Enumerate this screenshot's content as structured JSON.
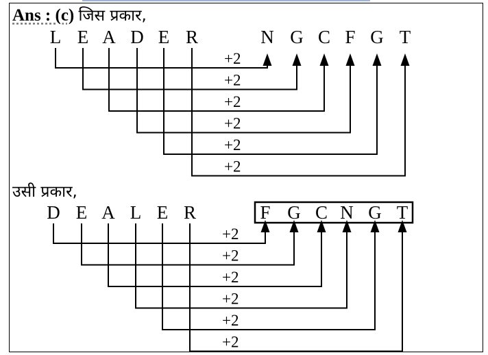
{
  "answer_prefix": "Ans : (c)",
  "heading_1": "जिस प्रकार,",
  "heading_2": "उसी प्रकार,",
  "diagrams": [
    {
      "source": [
        "L",
        "E",
        "A",
        "D",
        "E",
        "R"
      ],
      "target": [
        "N",
        "G",
        "C",
        "F",
        "G",
        "T"
      ],
      "mapping": [
        0,
        1,
        2,
        3,
        4,
        5
      ],
      "operations": [
        "+2",
        "+2",
        "+2",
        "+2",
        "+2",
        "+2"
      ],
      "answer_boxed": false
    },
    {
      "source": [
        "D",
        "E",
        "A",
        "L",
        "E",
        "R"
      ],
      "target": [
        "F",
        "G",
        "C",
        "N",
        "G",
        "T"
      ],
      "mapping": [
        0,
        1,
        2,
        3,
        4,
        5
      ],
      "operations": [
        "+2",
        "+2",
        "+2",
        "+2",
        "+2",
        "+2"
      ],
      "answer_boxed": true
    }
  ]
}
